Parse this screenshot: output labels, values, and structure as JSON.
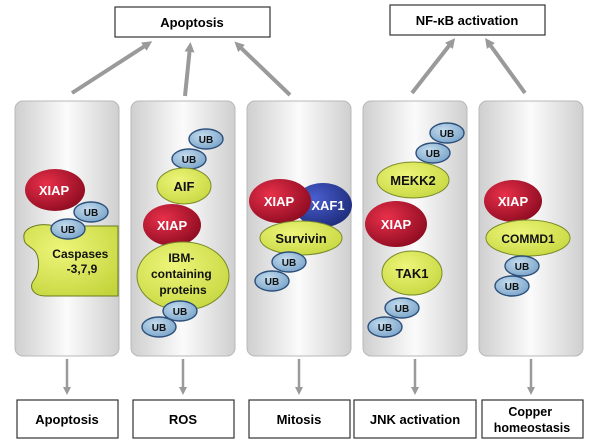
{
  "top_boxes": {
    "apoptosis": "Apoptosis",
    "nfkb": "NF-κB activation"
  },
  "panels": [
    {
      "xiap": "XIAP",
      "ub": [
        "UB",
        "UB"
      ],
      "target": "Caspases\n-3,7,9",
      "outcome": "Apoptosis"
    },
    {
      "xiap": "XIAP",
      "ub_top": [
        "UB",
        "UB"
      ],
      "aif": "AIF",
      "ibm": "IBM-\ncontaining\nproteins",
      "ub_bottom": [
        "UB",
        "UB"
      ],
      "outcome": "ROS"
    },
    {
      "xiap": "XIAP",
      "xaf1": "XAF1",
      "survivin": "Survivin",
      "ub": [
        "UB",
        "UB"
      ],
      "outcome": "Mitosis"
    },
    {
      "xiap": "XIAP",
      "ub_top": [
        "UB",
        "UB"
      ],
      "mekk2": "MEKK2",
      "tak1": "TAK1",
      "ub_bottom": [
        "UB",
        "UB"
      ],
      "outcome": "JNK activation"
    },
    {
      "xiap": "XIAP",
      "commd1": "COMMD1",
      "ub": [
        "UB",
        "UB"
      ],
      "outcome": "Copper\nhomeostasis"
    }
  ],
  "colors": {
    "xiap_red": "#c8102e",
    "xaf1_blue": "#2a3ea0",
    "protein_green": "#d8e65a",
    "ub_blue": "#8fb6d6",
    "arrow_gray": "#9a9a9a",
    "panel_gray": "#e3e3e3"
  }
}
